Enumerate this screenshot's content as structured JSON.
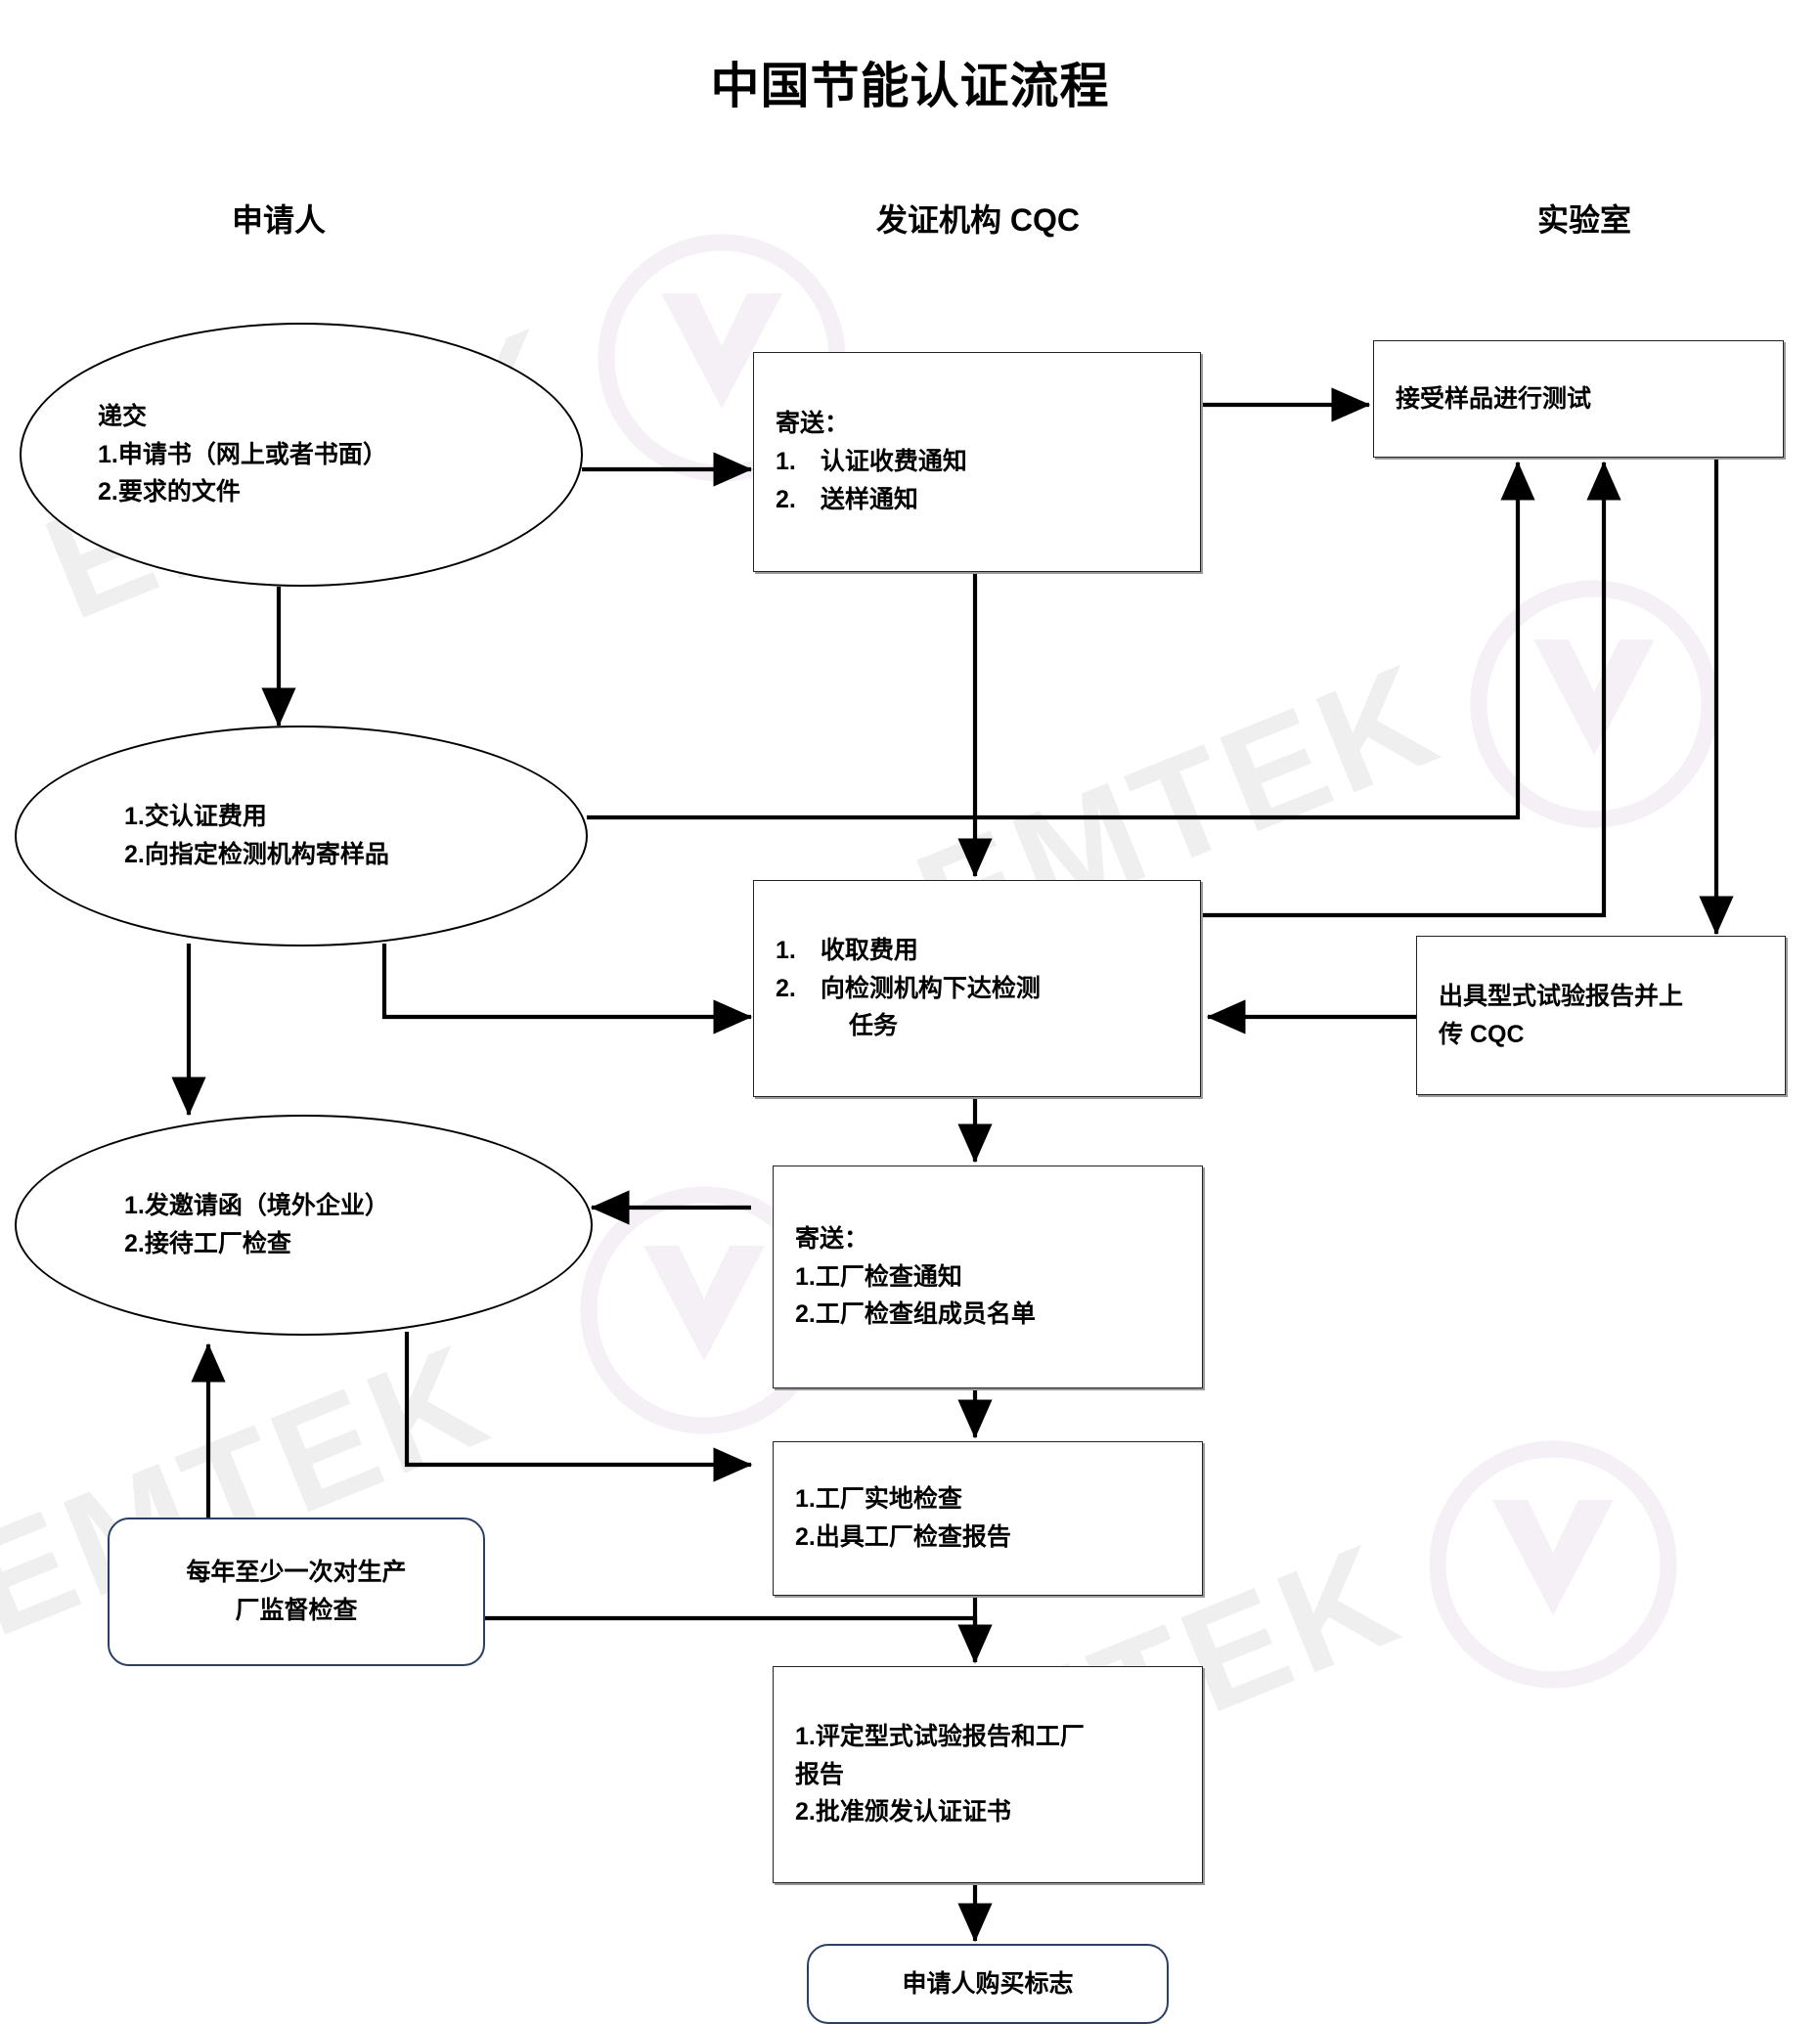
{
  "title": "中国节能认证流程",
  "columns": [
    {
      "id": "applicant",
      "label": "申请人"
    },
    {
      "id": "cqc",
      "label": "发证机构 CQC"
    },
    {
      "id": "lab",
      "label": "实验室"
    }
  ],
  "watermark": {
    "text": "EMTEK",
    "text_color": "#efefef",
    "logo_color": "#f6f1f7"
  },
  "colors": {
    "box_border": "#222222",
    "box_shadow": "#9a9a9a",
    "ellipse_border": "#000000",
    "rounded_border": "#2b3f66",
    "arrow": "#000000",
    "text": "#000000",
    "background": "#ffffff"
  },
  "nodes": {
    "submit_application": {
      "shape": "ellipse",
      "column": "applicant",
      "lines": [
        "递交",
        "1.申请书（网上或者书面）",
        "2.要求的文件"
      ]
    },
    "cqc_send_notices": {
      "shape": "box",
      "column": "cqc",
      "lines": [
        "寄送：",
        "1. 认证收费通知",
        "2. 送样通知"
      ]
    },
    "lab_receive_sample": {
      "shape": "box",
      "column": "lab",
      "lines": [
        "接受样品进行测试"
      ]
    },
    "pay_and_send_sample": {
      "shape": "ellipse",
      "column": "applicant",
      "lines": [
        "1.交认证费用",
        "2.向指定检测机构寄样品"
      ]
    },
    "cqc_collect_fee": {
      "shape": "box",
      "column": "cqc",
      "lines": [
        "1. 收取费用",
        "2. 向检测机构下达检测",
        "   任务"
      ]
    },
    "lab_issue_report": {
      "shape": "box",
      "column": "lab",
      "lines": [
        "出具型式试验报告并上",
        "传 CQC"
      ]
    },
    "invite_and_host": {
      "shape": "ellipse",
      "column": "applicant",
      "lines": [
        "1.发邀请函（境外企业）",
        "2.接待工厂检查"
      ]
    },
    "cqc_send_inspection": {
      "shape": "box",
      "column": "cqc",
      "lines": [
        "寄送：",
        "1.工厂检查通知",
        "2.工厂检查组成员名单"
      ]
    },
    "factory_inspection": {
      "shape": "box",
      "column": "cqc",
      "lines": [
        "1.工厂实地检查",
        "2.出具工厂检查报告"
      ]
    },
    "annual_supervision": {
      "shape": "rounded",
      "column": "applicant",
      "lines": [
        "每年至少一次对生产",
        "厂监督检查"
      ]
    },
    "evaluate_and_issue": {
      "shape": "box",
      "column": "cqc",
      "lines": [
        "1.评定型式试验报告和工厂",
        "报告",
        "2.批准颁发认证证书"
      ]
    },
    "buy_mark": {
      "shape": "rounded",
      "column": "cqc",
      "lines": [
        "申请人购买标志"
      ]
    }
  },
  "edges": [
    {
      "from": "submit_application",
      "to": "cqc_send_notices"
    },
    {
      "from": "submit_application",
      "to": "pay_and_send_sample"
    },
    {
      "from": "cqc_send_notices",
      "to": "lab_receive_sample"
    },
    {
      "from": "cqc_send_notices",
      "to": "cqc_collect_fee"
    },
    {
      "from": "pay_and_send_sample",
      "to": "lab_receive_sample"
    },
    {
      "from": "pay_and_send_sample",
      "to": "cqc_collect_fee"
    },
    {
      "from": "pay_and_send_sample",
      "to": "invite_and_host"
    },
    {
      "from": "cqc_collect_fee",
      "to": "lab_receive_sample"
    },
    {
      "from": "lab_receive_sample",
      "to": "lab_issue_report"
    },
    {
      "from": "lab_issue_report",
      "to": "cqc_collect_fee"
    },
    {
      "from": "cqc_collect_fee",
      "to": "cqc_send_inspection"
    },
    {
      "from": "cqc_send_inspection",
      "to": "invite_and_host"
    },
    {
      "from": "cqc_send_inspection",
      "to": "factory_inspection"
    },
    {
      "from": "invite_and_host",
      "to": "factory_inspection"
    },
    {
      "from": "factory_inspection",
      "to": "evaluate_and_issue"
    },
    {
      "from": "annual_supervision",
      "to": "invite_and_host"
    },
    {
      "from": "annual_supervision",
      "to": "evaluate_and_issue"
    },
    {
      "from": "evaluate_and_issue",
      "to": "buy_mark"
    }
  ]
}
